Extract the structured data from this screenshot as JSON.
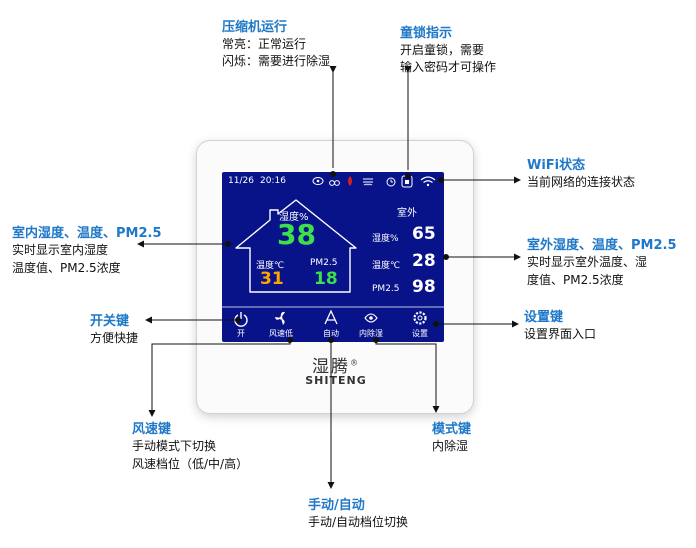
{
  "compressor": {
    "title": "压缩机运行",
    "lines": [
      "常亮：正常运行",
      "闪烁：需要进行除湿"
    ]
  },
  "child_lock": {
    "title": "童锁指示",
    "lines": [
      "开启童锁，需要",
      "输入密码才可操作"
    ]
  },
  "wifi": {
    "title": "WiFi状态",
    "lines": [
      "当前网络的连接状态"
    ]
  },
  "indoor": {
    "title": "室内湿度、温度、PM2.5",
    "lines": [
      "实时显示室内湿度",
      "温度值、PM2.5浓度"
    ]
  },
  "outdoor": {
    "title": "室外湿度、温度、PM2.5",
    "lines": [
      "实时显示室外温度、湿",
      "度值、PM2.5浓度"
    ]
  },
  "power_key": {
    "title": "开关键",
    "lines": [
      "方便快捷"
    ]
  },
  "settings_key": {
    "title": "设置键",
    "lines": [
      "设置界面入口"
    ]
  },
  "fan_key": {
    "title": "风速键",
    "lines": [
      "手动模式下切换",
      "风速档位（低/中/高）"
    ]
  },
  "mode_key": {
    "title": "模式键",
    "lines": [
      "内除湿"
    ]
  },
  "auto_key": {
    "title": "手动/自动",
    "lines": [
      "手动/自动档位切换"
    ]
  },
  "screen": {
    "date": "11/26",
    "time": "20:16",
    "indoor": {
      "humidity_label": "湿度%",
      "humidity": "38",
      "temp_label": "温度℃",
      "temp": "31",
      "pm_label": "PM2.5",
      "pm": "18"
    },
    "outdoor": {
      "header": "室外",
      "humidity_label": "湿度%",
      "humidity": "65",
      "temp_label": "温度℃",
      "temp": "28",
      "pm_label": "PM2.5",
      "pm": "98"
    },
    "buttons": {
      "power": "开",
      "fan": "风速低",
      "auto": "自动",
      "dehumid": "内除湿",
      "settings": "设置"
    }
  },
  "brand": {
    "cn": "湿腾",
    "en": "SHITENG",
    "mark": "®"
  },
  "colors": {
    "title_blue": "#1f78c8",
    "screen_bg": "#08138a",
    "humidity_green": "#3ee04a",
    "temp_orange": "#ffa500"
  }
}
